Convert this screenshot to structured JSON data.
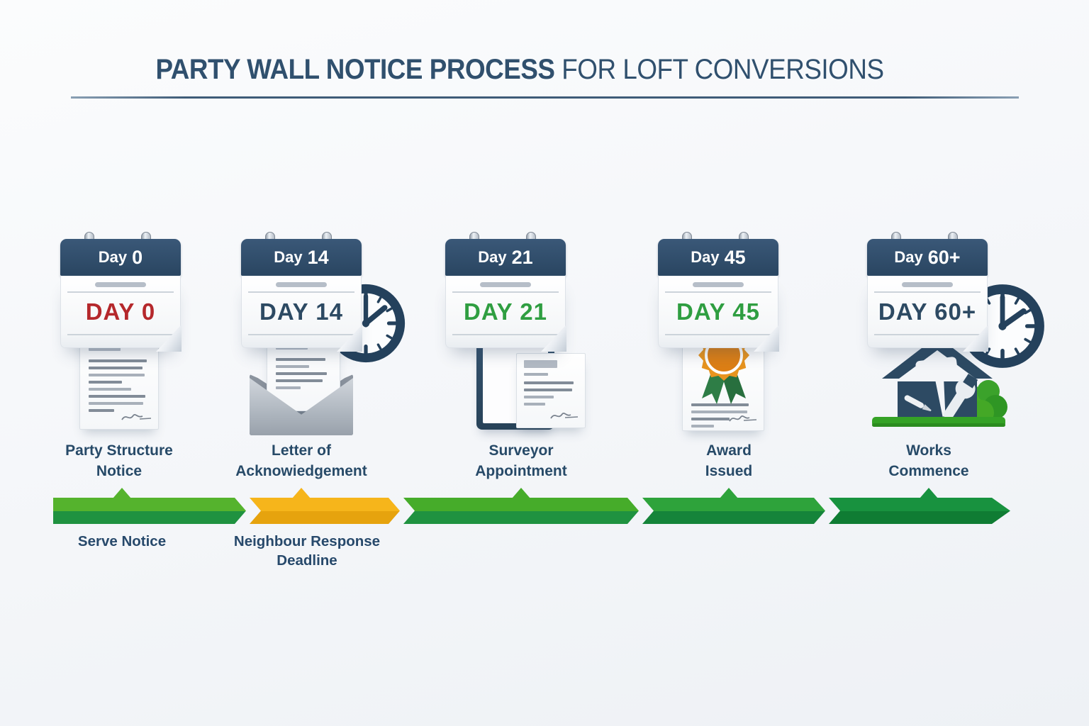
{
  "title": {
    "emphasis": "PARTY WALL NOTICE PROCESS",
    "rest": " FOR LOFT CONVERSIONS"
  },
  "colors": {
    "navy": "#2d4a63",
    "red": "#b5282c",
    "green": "#2f9e41",
    "amber": "#f5b41b"
  },
  "milestones": [
    {
      "tab_prefix": "Day",
      "tab_number": "0",
      "day_text": "DAY 0",
      "day_color": "#b5282c",
      "label_line1": "Party Structure",
      "label_line2": "Notice",
      "icons": [
        "calendar-icon",
        "document-icon"
      ]
    },
    {
      "tab_prefix": "Day",
      "tab_number": "14",
      "day_text": "DAY 14",
      "day_color": "#2d4a63",
      "label_line1": "Letter of",
      "label_line2": "Acknowiedgement",
      "icons": [
        "calendar-icon",
        "envelope-icon",
        "clock-icon"
      ]
    },
    {
      "tab_prefix": "Day",
      "tab_number": "21",
      "day_text": "DAY 21",
      "day_color": "#2f9e41",
      "label_line1": "Surveyor",
      "label_line2": "Appointment",
      "icons": [
        "calendar-icon",
        "clipboard-icon",
        "document-icon"
      ]
    },
    {
      "tab_prefix": "Day",
      "tab_number": "45",
      "day_text": "DAY 45",
      "day_color": "#2f9e41",
      "label_line1": "Award",
      "label_line2": "Issued",
      "icons": [
        "calendar-icon",
        "certificate-rosette-icon"
      ]
    },
    {
      "tab_prefix": "Day",
      "tab_number": "60+",
      "day_text": "DAY 60+",
      "day_color": "#2d4a63",
      "label_line1": "Works",
      "label_line2": "Commence",
      "icons": [
        "calendar-icon",
        "house-tools-icon",
        "clock-icon"
      ]
    }
  ],
  "timeline": {
    "segments": [
      {
        "phase": "Serve Notice",
        "color_top": "#55b32d",
        "color_bottom": "#1f9240"
      },
      {
        "phase": "Neighbour Response Deadline",
        "color_top": "#f6b51b",
        "color_bottom": "#e6a30e"
      },
      {
        "phase": "",
        "color_top": "#46ac2a",
        "color_bottom": "#1f9240"
      },
      {
        "phase": "",
        "color_top": "#2ea33b",
        "color_bottom": "#15843a"
      },
      {
        "phase": "",
        "color_top": "#18923f",
        "color_bottom": "#0f7c33"
      }
    ],
    "bottom_labels": [
      {
        "line1": "Serve Notice",
        "line2": ""
      },
      {
        "line1": "Neighbour Response",
        "line2": "Deadline"
      }
    ]
  }
}
